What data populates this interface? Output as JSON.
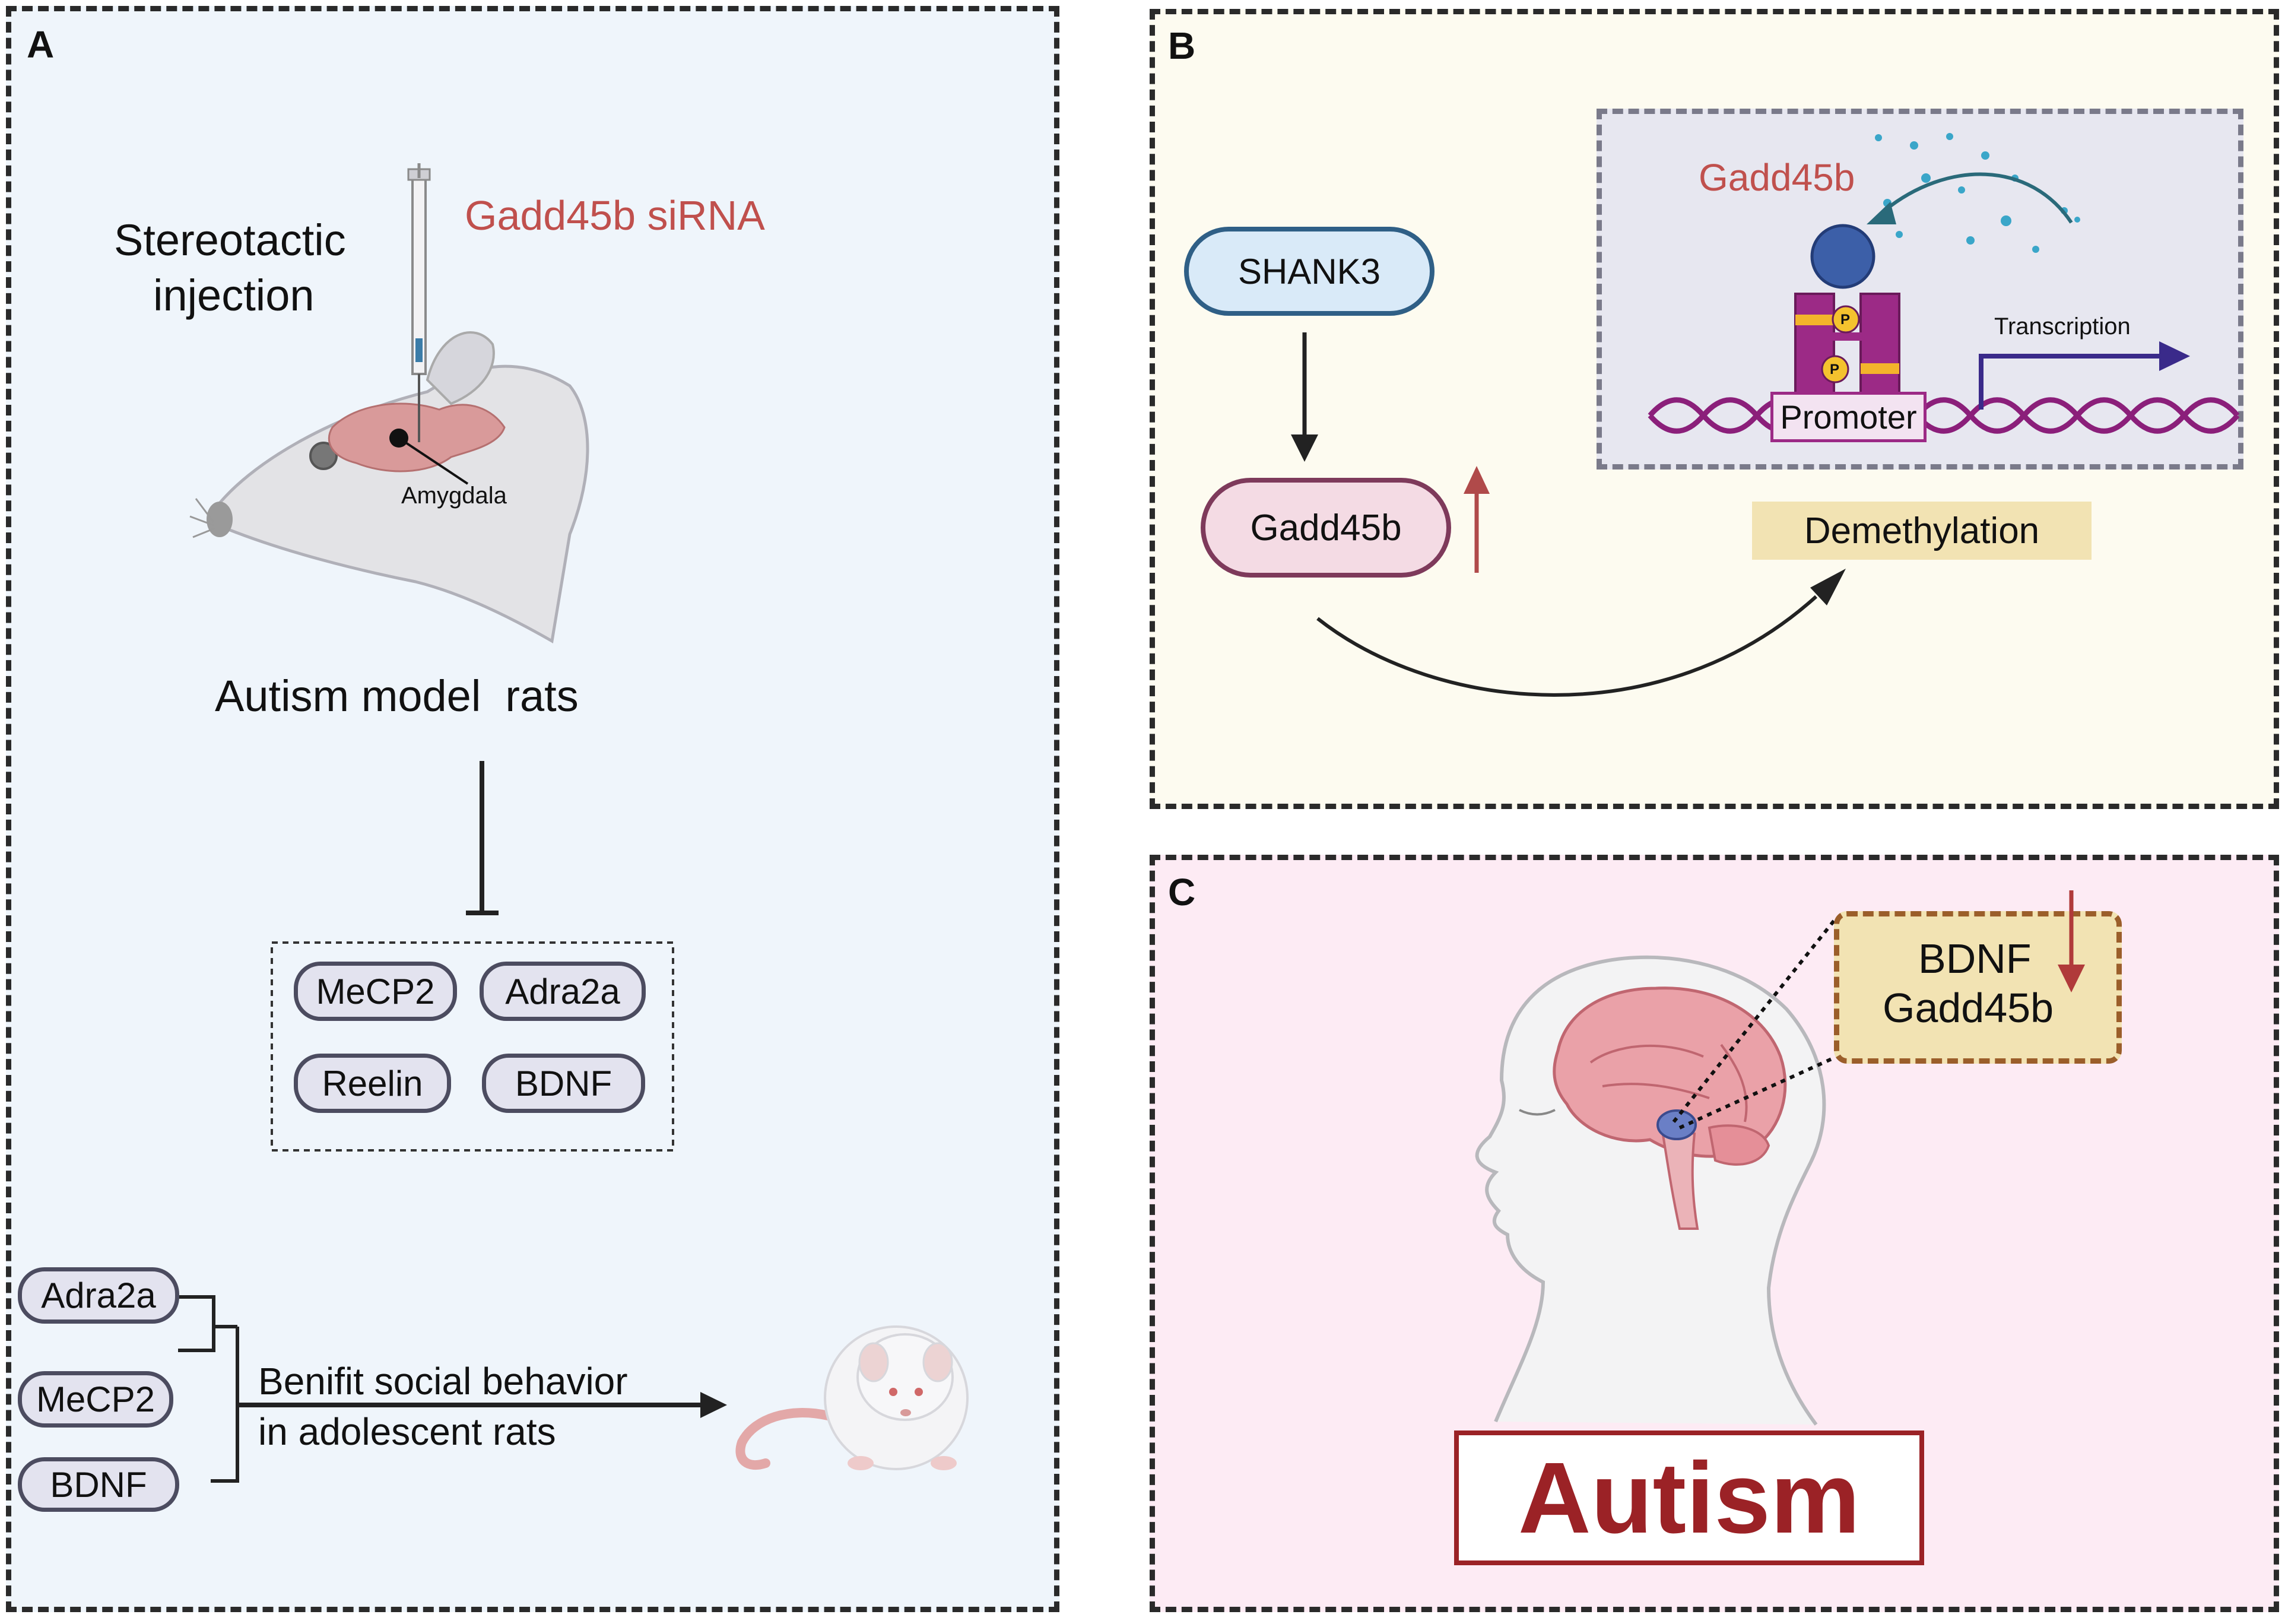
{
  "panels": {
    "a": {
      "label": "A",
      "injection_label_line1": "Stereotactic",
      "injection_label_line2": "injection",
      "sirna_label": "Gadd45b siRNA",
      "amygdala_label": "Amygdala",
      "model_label": "Autism model  rats",
      "inhibited_genes": [
        "MeCP2",
        "Adra2a",
        "Reelin",
        "BDNF"
      ],
      "bottom_genes": [
        "Adra2a",
        "MeCP2",
        "BDNF"
      ],
      "benefit_line1": "Benifit social behavior",
      "benefit_line2": "in adolescent rats"
    },
    "b": {
      "label": "B",
      "shank3": "SHANK3",
      "gadd45b": "Gadd45b",
      "inset_gadd45b": "Gadd45b",
      "transcription": "Transcription",
      "promoter": "Promoter",
      "phospho": "P",
      "demethylation": "Demethylation"
    },
    "c": {
      "label": "C",
      "box_line1": "BDNF",
      "box_line2": "Gadd45b",
      "autism": "Autism"
    }
  },
  "colors": {
    "panel_a_bg": "#eff5fb",
    "panel_b_bg": "#fdfbf0",
    "panel_c_bg": "#fdebf4",
    "accent_red": "#c0504d",
    "dark_red": "#9b2226",
    "demethylation_bg": "#f2e3b3",
    "inset_bg": "#e7e7f0",
    "chromatin": "#9c2a86",
    "dna": "#8b1f7a"
  }
}
